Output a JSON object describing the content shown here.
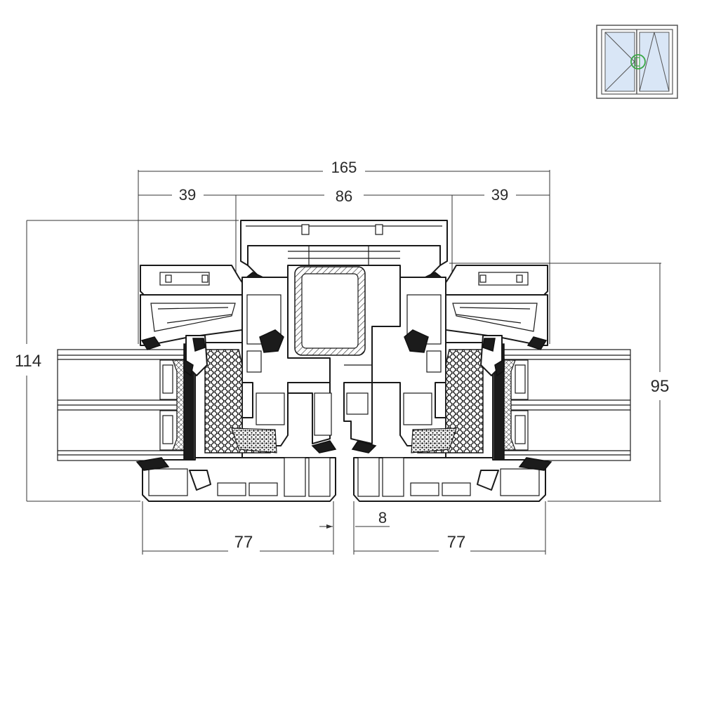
{
  "dimensions": {
    "overall_width": "165",
    "left_leaf": "39",
    "center": "86",
    "right_leaf": "39",
    "overall_height": "114",
    "glazing_height": "95",
    "lower_left": "77",
    "lower_right": "77",
    "gap": "8"
  },
  "thumbnail_icon": "double-casement-window-icon",
  "colors": {
    "line": "#1a1a1a",
    "thumbnail_glass": "#cfe0f5",
    "thumbnail_handle": "#3aa845"
  }
}
